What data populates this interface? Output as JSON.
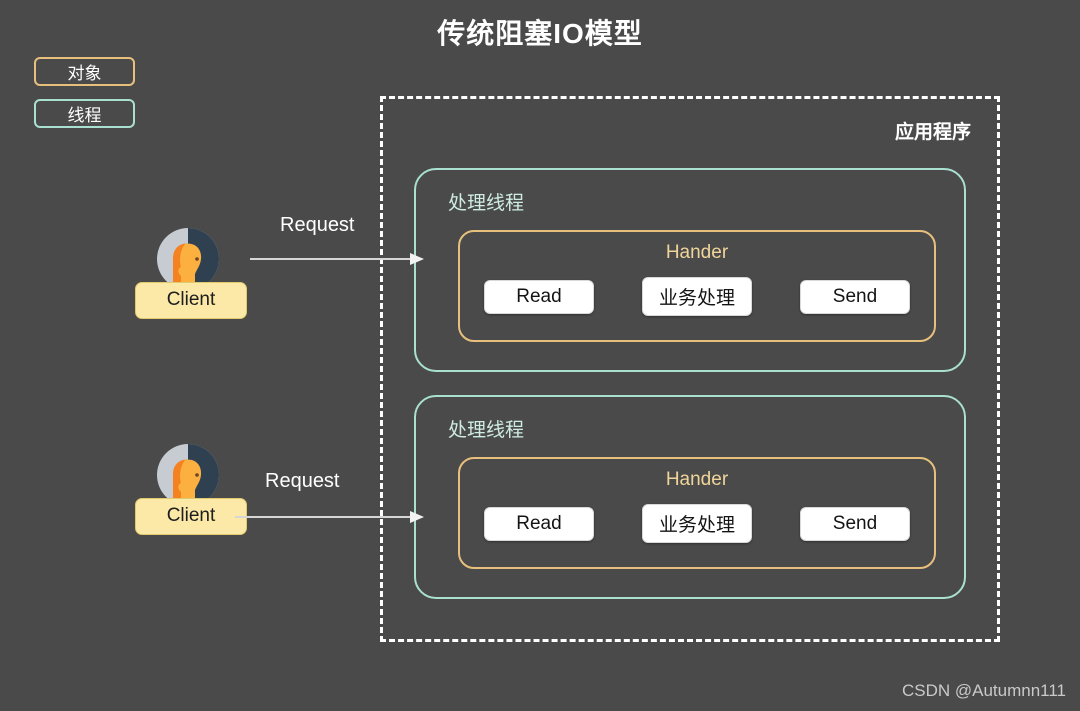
{
  "page": {
    "title": "传统阻塞IO模型",
    "background_color": "#4a4a4a",
    "watermark": "CSDN @Autumnn111"
  },
  "legend": {
    "items": [
      {
        "label": "对象",
        "color": "#e8c07d",
        "meaning": "object"
      },
      {
        "label": "线程",
        "color": "#a9e0d0",
        "meaning": "thread"
      }
    ]
  },
  "application": {
    "label": "应用程序",
    "border_color": "#ffffff",
    "border_style": "dashed"
  },
  "clients": [
    {
      "label": "Client",
      "request_label": "Request",
      "avatar_icon": "user-avatar-icon"
    },
    {
      "label": "Client",
      "request_label": "Request",
      "avatar_icon": "user-avatar-icon"
    }
  ],
  "threads": [
    {
      "label": "处理线程",
      "border_color": "#a9e0d0",
      "handler": {
        "title": "Hander",
        "border_color": "#e8c07d",
        "operations": [
          "Read",
          "业务处理",
          "Send"
        ]
      }
    },
    {
      "label": "处理线程",
      "border_color": "#a9e0d0",
      "handler": {
        "title": "Hander",
        "border_color": "#e8c07d",
        "operations": [
          "Read",
          "业务处理",
          "Send"
        ]
      }
    }
  ]
}
